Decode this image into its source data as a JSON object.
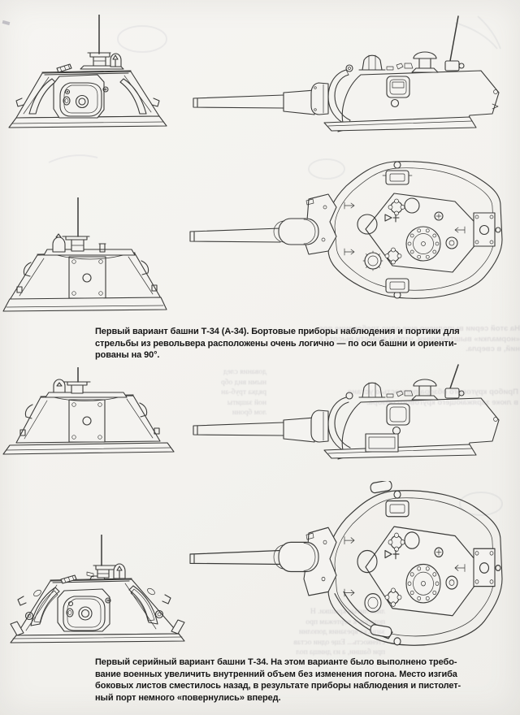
{
  "page": {
    "paper_color": "#f4f3f0",
    "ink_color": "#3a3a38",
    "text_color": "#161616"
  },
  "figures": {
    "fig1": "front-view-turret-A-34",
    "fig2": "side-view-turret-A-34",
    "fig3": "rear-view-turret-A-34",
    "fig4": "top-view-turret-A-34",
    "fig5": "rear-view-turret-serial",
    "fig6": "side-view-turret-serial",
    "fig7": "front-view-turret-serial",
    "fig8": "top-view-turret-serial"
  },
  "captions": {
    "first": {
      "lines": [
        "Первый вариант башни Т-34 (А-34). Бортовые приборы наблюдения и портики для",
        "стрельбы из револьвера расположены очень логично — по оси башни и ориенти-",
        "рованы на 90°."
      ]
    },
    "second": {
      "lines": [
        "Первый серийный вариант башни Т-34. На этом варианте было выполнено требо-",
        "вание военных увеличить внутренний объем без изменения погона. Место изгиба",
        "боковых листов сместилось назад, в результате приборы наблюдения и пистолет-",
        "ный порт немного «повернулись» вперед."
      ]
    }
  },
  "bleedthrough": {
    "b1": {
      "lines": [
        "На этой серии выполнено еще одно требование военных",
        "«нормалки» выштамповки, чтобы довести высоту брони",
        "ний, в сверла."
      ]
    },
    "b2": {
      "lines": [
        "Прибор кругового обзора полностью устано",
        "в люке заряжающего кругового обзора."
      ]
    },
    "b3": {
      "lines": [
        "дования след",
        "ными вид обр",
        "рядка труб-ан",
        "ной защиты",
        "лом брони"
      ]
    },
    "b4": {
      "lines": [
        "лись литые крышки. Н",
        "потолок к чертежам про",
        "записка врезания дополни",
        "стенкость... Еще одни остав",
        "при башни, а из днища пол"
      ]
    }
  }
}
